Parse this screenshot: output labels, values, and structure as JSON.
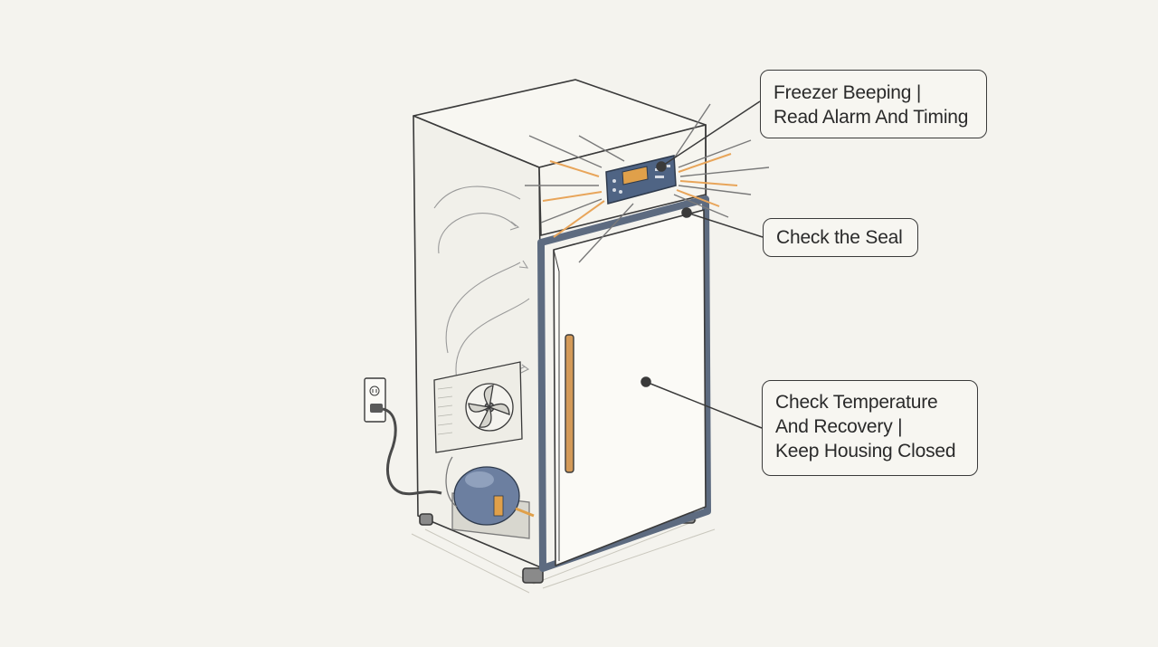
{
  "callouts": {
    "alarm": {
      "line1": "Freezer Beeping |",
      "line2": "Read Alarm And Timing"
    },
    "seal": {
      "line1": "Check the Seal"
    },
    "temperature": {
      "line1": "Check Temperature",
      "line2": "And Recovery |",
      "line3": "Keep Housing Closed"
    }
  },
  "colors": {
    "background": "#f4f3ee",
    "outline": "#3a3a3a",
    "control_panel": "#4f6484",
    "display": "#e0a04a",
    "alarm_rays": "#e8a55a",
    "door_gasket": "#5d6b80",
    "handle": "#d49a58",
    "compressor": "#6c7fa0"
  },
  "icons": [
    "freezer-cabinet",
    "control-panel",
    "alarm-rays",
    "door-seal",
    "door-handle",
    "condenser-fan-icon",
    "compressor",
    "wall-outlet-icon",
    "power-cord"
  ]
}
